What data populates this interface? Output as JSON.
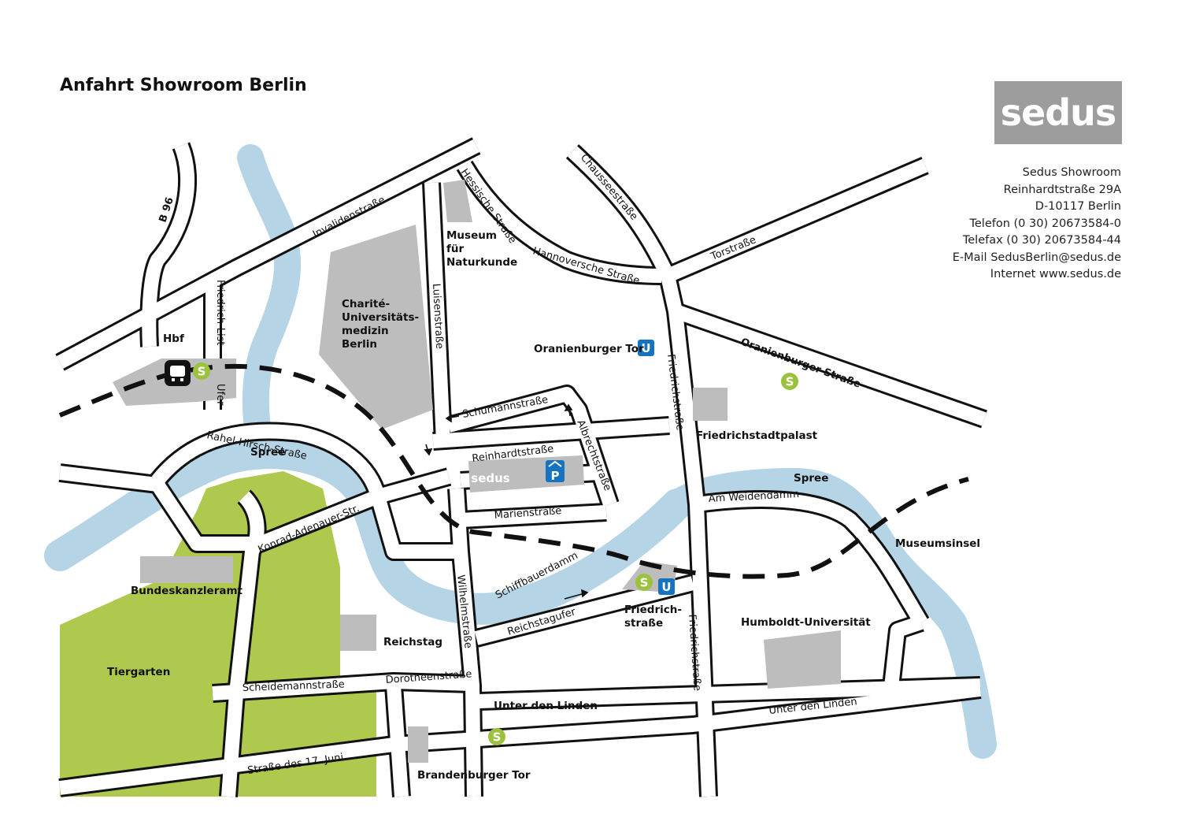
{
  "title": "Anfahrt Showroom Berlin",
  "logo": "sedus",
  "address": {
    "line1": "Sedus Showroom",
    "line2": "Reinhardtstraße 29A",
    "line3": "D-10117 Berlin",
    "line4": "Telefon (0 30) 20673584-0",
    "line5": "Telefax (0 30) 20673584-44",
    "line6": "E-Mail SedusBerlin@sedus.de",
    "line7": "Internet www.sedus.de"
  },
  "colors": {
    "park": "#afc94f",
    "water": "#b5d4e6",
    "building": "#bdbdbd",
    "logo": "#9d9d9d",
    "sbahn": "#9bc23c",
    "ubahn": "#1673c0",
    "parking": "#1673c0"
  },
  "icons": {
    "s_bahn": "S",
    "u_bahn": "U",
    "parking": "P"
  },
  "streets": {
    "b96": "B 96",
    "invaliden": "Invalidenstraße",
    "friedrich_list": "Friedrich-List-",
    "ufer": "Ufer",
    "luisen": "Luisenstraße",
    "hessische": "Hessische Straße",
    "chaussee": "Chausseestraße",
    "hannoversche": "Hannoversche Straße",
    "tor": "Torstraße",
    "oranienburger": "Oranienburger Straße",
    "friedrich1": "Friedrichstraße",
    "schumann": "Schumannstraße",
    "albrecht": "Albrechtstraße",
    "reinhardt": "Reinhardtstraße",
    "marien": "Marienstraße",
    "rahel": "Rahel-Hirsch-Straße",
    "konrad": "Konrad-Adenauer-Str.",
    "schiffbauer": "Schiffbauerdamm",
    "reichstagufer": "Reichstagufer",
    "wilhelm": "Wilhelmstraße",
    "weidendamm": "Am Weidendamm",
    "friedrich2": "Friedrichstraße",
    "scheidemann": "Scheidemannstraße",
    "dorotheen": "Dorotheenstraße",
    "linden1": "Unter den Linden",
    "linden2": "Unter den Linden",
    "juni": "Straße des 17. Juni"
  },
  "places": {
    "hbf": "Hbf",
    "museum1": "Museum",
    "museum2": "für",
    "museum3": "Naturkunde",
    "charite1": "Charité-",
    "charite2": "Universitäts-",
    "charite3": "medizin",
    "charite4": "Berlin",
    "oranienburger_tor": "Oranienburger Tor",
    "friedrichstadtpalast": "Friedrichstadtpalast",
    "spree1": "Spree",
    "spree2": "Spree",
    "museumsinsel": "Museumsinsel",
    "bundeskanzleramt": "Bundeskanzleramt",
    "tiergarten": "Tiergarten",
    "reichstag": "Reichstag",
    "friedrich_station1": "Friedrich-",
    "friedrich_station2": "straße",
    "humboldt": "Humboldt-Universität",
    "brandenburger": "Brandenburger Tor",
    "sedus_building": "sedus"
  }
}
